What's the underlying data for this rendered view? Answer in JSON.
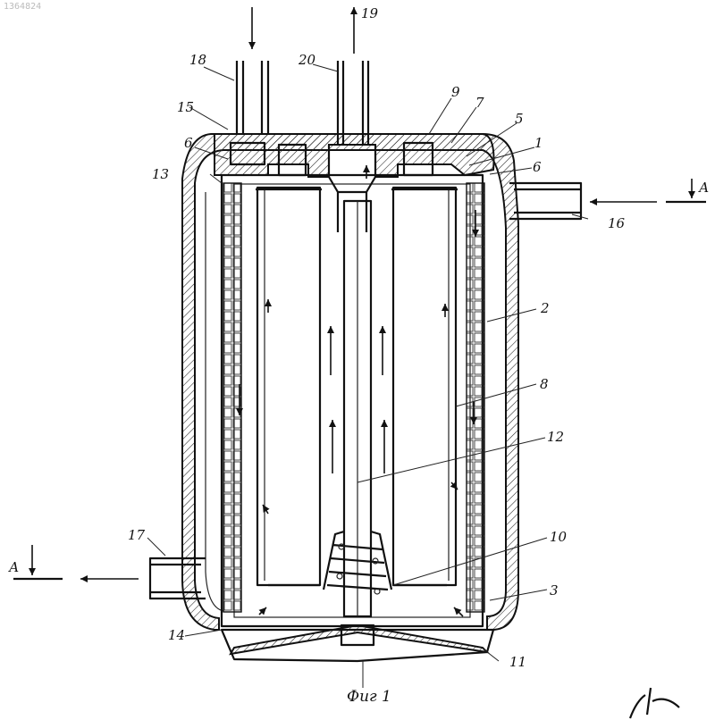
{
  "document_id": "1364824",
  "caption": "Фиг 1",
  "section_marker": "А",
  "labels": {
    "l1": "1",
    "l2": "2",
    "l3": "3",
    "l5": "5",
    "l6a": "6",
    "l6b": "6",
    "l7": "7",
    "l8": "8",
    "l9": "9",
    "l10": "10",
    "l11": "11",
    "l12": "12",
    "l13": "13",
    "l14": "14",
    "l15": "15",
    "l16": "16",
    "l17": "17",
    "l18": "18",
    "l19": "19",
    "l20": "20"
  }
}
